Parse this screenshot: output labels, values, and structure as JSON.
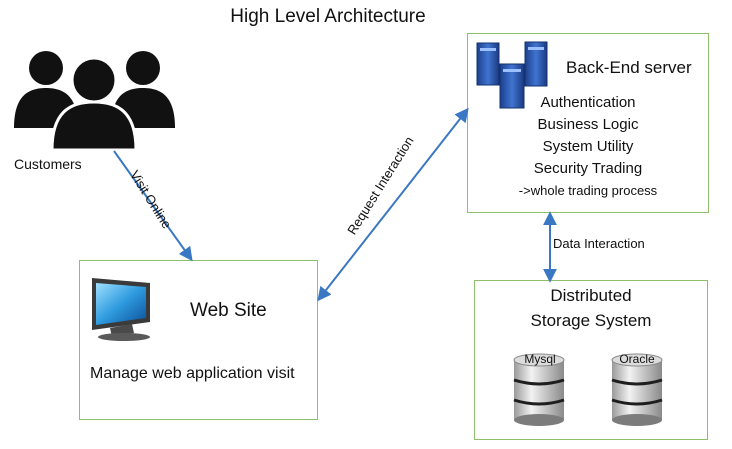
{
  "title": "High Level Architecture",
  "customers": {
    "label": "Customers",
    "icon": "people-group-icon"
  },
  "website": {
    "title": "Web Site",
    "caption": "Manage web application visit",
    "icon": "monitor-icon"
  },
  "backend": {
    "title": "Back-End server",
    "icon": "servers-icon",
    "lines": [
      "Authentication",
      "Business Logic",
      "System Utility",
      "Security Trading",
      "->whole trading process"
    ]
  },
  "storage": {
    "title_line1": "Distributed",
    "title_line2": "Storage System",
    "databases": [
      {
        "label": "Mysql",
        "icon": "database-icon"
      },
      {
        "label": "Oracle",
        "icon": "database-icon"
      }
    ]
  },
  "edges": {
    "visit_online": "Visit Online",
    "request_interaction": "Request Interaction",
    "data_interaction": "Data Interaction"
  },
  "colors": {
    "arrow": "#3b78c4",
    "box_border": "#8fbf6a",
    "icon_dark": "#111111",
    "server_blue": "#2f5fb8"
  }
}
